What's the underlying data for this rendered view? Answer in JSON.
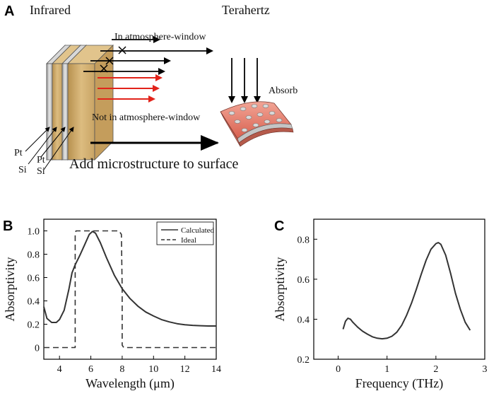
{
  "panels": {
    "A": {
      "letter": "A",
      "label_infrared": "Infrared",
      "label_terahertz": "Terahertz",
      "label_in_window": "In atmosphere-window",
      "label_not_window": "Not in atmosphere-window",
      "label_absorb": "Absorb",
      "label_add": "Add microstructure to surface",
      "layer_labels": [
        "Pt",
        "Si",
        "Pt",
        "Si"
      ],
      "colors": {
        "red_arrows": "#e2231a",
        "gold_layer": "#c9a464",
        "pad": "#e88878"
      }
    },
    "B": {
      "letter": "B"
    },
    "C": {
      "letter": "C"
    }
  },
  "chart_data": [
    {
      "panel": "B",
      "type": "line",
      "xlabel": "Wavelength (μm)",
      "ylabel": "Absorptivity",
      "xlim": [
        3,
        14
      ],
      "ylim": [
        -0.1,
        1.1
      ],
      "xticks": [
        4,
        6,
        8,
        10,
        12,
        14
      ],
      "yticks": [
        0,
        0.2,
        0.4,
        0.6,
        0.8,
        1.0
      ],
      "ytick_labels": [
        "0",
        "0.2",
        "0.4",
        "0.6",
        "0.8",
        "1.0"
      ],
      "legend_position": "top-right",
      "series": [
        {
          "name": "Calculated",
          "style": "solid",
          "x": [
            3,
            3.2,
            3.5,
            3.8,
            4.0,
            4.3,
            4.6,
            4.8,
            5.0,
            5.3,
            5.6,
            5.9,
            6.1,
            6.3,
            6.6,
            7.0,
            7.5,
            8.0,
            8.5,
            9.0,
            9.5,
            10,
            10.5,
            11,
            11.5,
            12,
            12.5,
            13,
            13.5,
            14
          ],
          "y": [
            0.35,
            0.25,
            0.215,
            0.215,
            0.24,
            0.32,
            0.5,
            0.64,
            0.71,
            0.79,
            0.88,
            0.97,
            0.995,
            0.98,
            0.9,
            0.77,
            0.62,
            0.505,
            0.42,
            0.355,
            0.305,
            0.27,
            0.24,
            0.22,
            0.205,
            0.195,
            0.19,
            0.187,
            0.185,
            0.185
          ]
        },
        {
          "name": "Ideal",
          "style": "dashed",
          "x": [
            3,
            5.0,
            5.0,
            5.05,
            7.8,
            7.95,
            8.0,
            8.0,
            8.1,
            14
          ],
          "y": [
            0,
            0,
            0.97,
            1.0,
            1.0,
            0.97,
            0.5,
            0.02,
            0,
            0
          ]
        }
      ]
    },
    {
      "panel": "C",
      "type": "line",
      "xlabel": "Frequency (THz)",
      "ylabel": "Absorptivity",
      "xlim": [
        -0.5,
        3
      ],
      "ylim": [
        0.2,
        0.9
      ],
      "xticks": [
        0,
        1,
        2,
        3
      ],
      "yticks": [
        0.2,
        0.4,
        0.6,
        0.8
      ],
      "ytick_labels": [
        "0.2",
        "0.4",
        "0.6",
        "0.8"
      ],
      "series": [
        {
          "name": "",
          "style": "solid",
          "x": [
            0.1,
            0.15,
            0.2,
            0.25,
            0.3,
            0.4,
            0.5,
            0.6,
            0.7,
            0.8,
            0.9,
            1.0,
            1.1,
            1.2,
            1.3,
            1.4,
            1.5,
            1.6,
            1.7,
            1.8,
            1.9,
            2.0,
            2.05,
            2.1,
            2.2,
            2.3,
            2.4,
            2.5,
            2.6,
            2.7
          ],
          "y": [
            0.35,
            0.39,
            0.405,
            0.4,
            0.385,
            0.36,
            0.34,
            0.325,
            0.312,
            0.305,
            0.302,
            0.305,
            0.315,
            0.335,
            0.37,
            0.42,
            0.48,
            0.55,
            0.625,
            0.695,
            0.75,
            0.778,
            0.783,
            0.775,
            0.72,
            0.63,
            0.53,
            0.45,
            0.385,
            0.345
          ]
        }
      ]
    }
  ]
}
